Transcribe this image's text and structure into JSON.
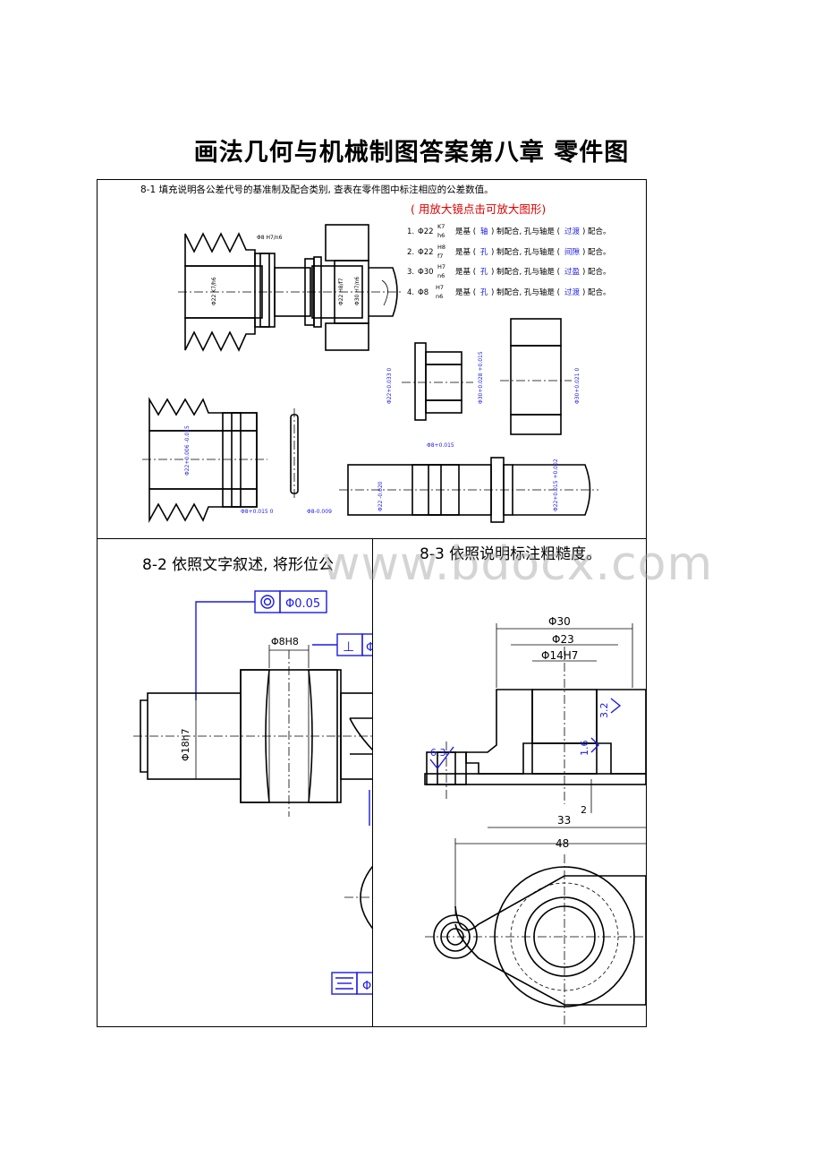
{
  "document": {
    "title": "画法几何与机械制图答案第八章 零件图",
    "watermark": "www.bdocx.com"
  },
  "panel_8_1": {
    "heading": "8-1  填充说明各公差代号的基准制及配合类别, 查表在零件图中标注相应的公差数值。",
    "zoom_hint": "( 用放大镜点击可放大图形)",
    "answers": [
      {
        "num": "1.",
        "code": "Φ22",
        "frac_top": "K7",
        "frac_bot": "h6",
        "pre": "是基 (",
        "base": "轴",
        "mid": ") 制配合, 孔与轴是 (",
        "fit": "过渡",
        "end": ") 配合。"
      },
      {
        "num": "2.",
        "code": "Φ22",
        "frac_top": "H8",
        "frac_bot": "f7",
        "pre": "是基 (",
        "base": "孔",
        "mid": ") 制配合, 孔与轴是 (",
        "fit": "间隙",
        "end": ") 配合。"
      },
      {
        "num": "3.",
        "code": "Φ30",
        "frac_top": "H7",
        "frac_bot": "n6",
        "pre": "是基 (",
        "base": "孔",
        "mid": ") 制配合, 孔与轴是 (",
        "fit": "过盈",
        "end": ") 配合。"
      },
      {
        "num": "4.",
        "code": "Φ8",
        "frac_top": "H7",
        "frac_bot": "n6",
        "pre": "是基 (",
        "base": "孔",
        "mid": ") 制配合, 孔与轴是 (",
        "fit": "过渡",
        "end": ") 配合。"
      }
    ],
    "dims": {
      "hub_k7": "Φ22 K7/h6",
      "pin_fit": "Φ8 H7/n6",
      "bush_h8": "Φ30 H7/n6",
      "bush_h8b": "Φ22 H8/f7",
      "bush_inner": "Φ22+0.033 0",
      "bush_outer": "Φ30+0.028 +0.015",
      "housing": "Φ30+0.021 0",
      "pulley_bore": "Φ22+0.006 -0.015",
      "pulley_pin": "Φ8+0.015 0",
      "pin_dim": "Φ8-0.009",
      "shaft_pin": "Φ8+0.015",
      "shaft_left": "Φ22 -0.020",
      "shaft_right": "Φ22+0.015 +0.002"
    }
  },
  "panel_8_2": {
    "heading": "8-2  依照文字叙述, 将形位公",
    "tol_concentric": "Φ0.05",
    "tol_perp": "⊥",
    "tol_perp_value": "Φ",
    "tol_sym": "⌯",
    "tol_sym_value": "Φ",
    "dim_hole": "Φ8H8",
    "dim_shaft": "Φ18h7"
  },
  "panel_8_3": {
    "heading": "8-3  依照说明标注粗糙度。",
    "dim_d30": "Φ30",
    "dim_d23": "Φ23",
    "dim_d14": "Φ14H7",
    "dim_33": "33",
    "dim_2": "2",
    "dim_48": "48",
    "rough_1": "3.2",
    "rough_2": "1.6",
    "rough_3": "6.3"
  }
}
